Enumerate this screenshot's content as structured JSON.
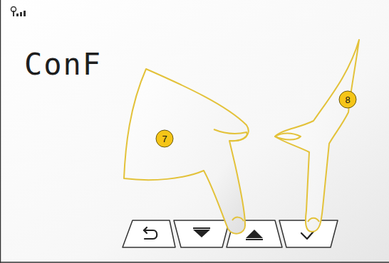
{
  "diagram": {
    "labels": [
      "ConF",
      "7",
      "8"
    ]
  }
}
